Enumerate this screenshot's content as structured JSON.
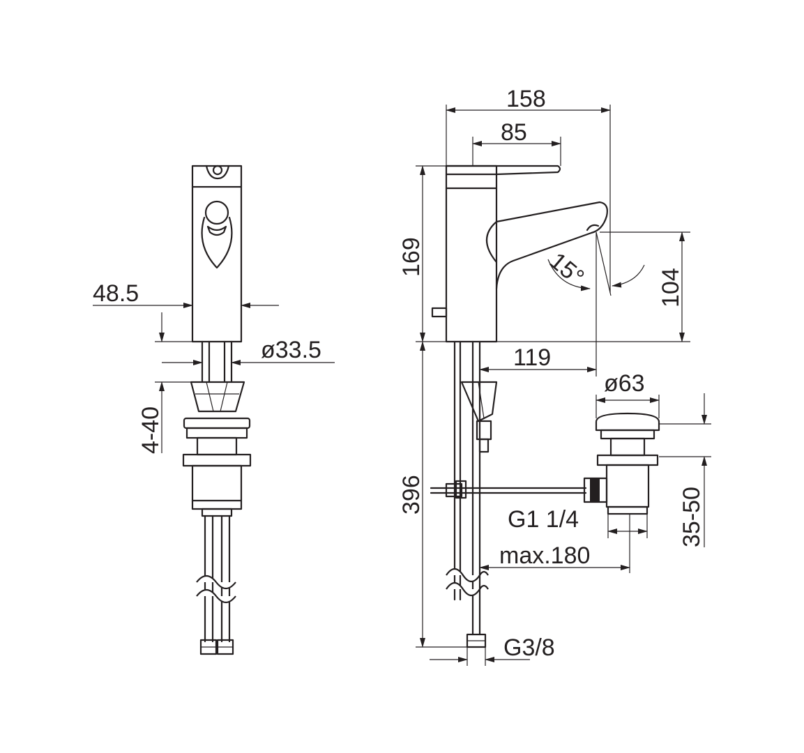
{
  "dimensions": {
    "width_overall": "158",
    "spout_handle": "85",
    "height_body": "169",
    "spout_height": "104",
    "spout_angle": "15°",
    "spout_reach": "119",
    "body_depth": "48.5",
    "hole_diameter": "ø33.5",
    "deck_thickness": "4-40",
    "waste_diameter": "ø63",
    "waste_thread": "G1 1/4",
    "waste_range": "35-50",
    "rod_max": "max.180",
    "hose_length": "396",
    "hose_thread": "G3/8"
  }
}
